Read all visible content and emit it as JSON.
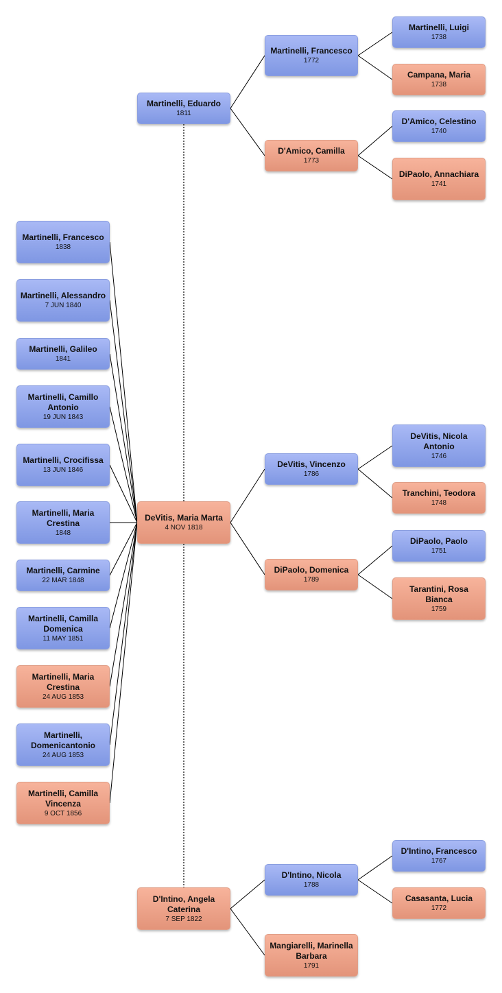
{
  "colors": {
    "male": "#8da2ec",
    "female": "#eea088",
    "line": "#000000",
    "spouse_line": "#333333"
  },
  "people": [
    {
      "id": "eduardo",
      "name": "Martinelli, Eduardo",
      "date": "1811",
      "sex": "male"
    },
    {
      "id": "francesco1772",
      "name": "Martinelli, Francesco",
      "date": "1772",
      "sex": "male"
    },
    {
      "id": "camilla1773",
      "name": "D'Amico, Camilla",
      "date": "1773",
      "sex": "female"
    },
    {
      "id": "luigi",
      "name": "Martinelli, Luigi",
      "date": "1738",
      "sex": "male"
    },
    {
      "id": "campana",
      "name": "Campana, Maria",
      "date": "1738",
      "sex": "female"
    },
    {
      "id": "celestino",
      "name": "D'Amico, Celestino",
      "date": "1740",
      "sex": "male"
    },
    {
      "id": "annachiara",
      "name": "DiPaolo, Annachiara",
      "date": "1741",
      "sex": "female"
    },
    {
      "id": "mariamarta",
      "name": "DeVitis, Maria Marta",
      "date": "4 NOV 1818",
      "sex": "female"
    },
    {
      "id": "vincenzo",
      "name": "DeVitis, Vincenzo",
      "date": "1786",
      "sex": "male"
    },
    {
      "id": "domenica",
      "name": "DiPaolo, Domenica",
      "date": "1789",
      "sex": "female"
    },
    {
      "id": "nicolaantonio",
      "name": "DeVitis, Nicola Antonio",
      "date": "1746",
      "sex": "male"
    },
    {
      "id": "teodora",
      "name": "Tranchini, Teodora",
      "date": "1748",
      "sex": "female"
    },
    {
      "id": "paolo",
      "name": "DiPaolo, Paolo",
      "date": "1751",
      "sex": "male"
    },
    {
      "id": "rosabianca",
      "name": "Tarantini, Rosa Bianca",
      "date": "1759",
      "sex": "female"
    },
    {
      "id": "angela",
      "name": "D'Intino, Angela Caterina",
      "date": "7 SEP 1822",
      "sex": "female"
    },
    {
      "id": "nicola",
      "name": "D'Intino, Nicola",
      "date": "1788",
      "sex": "male"
    },
    {
      "id": "marinella",
      "name": "Mangiarelli, Marinella Barbara",
      "date": "1791",
      "sex": "female"
    },
    {
      "id": "francesco1767",
      "name": "D'Intino, Francesco",
      "date": "1767",
      "sex": "male"
    },
    {
      "id": "lucia",
      "name": "Casasanta, Lucia",
      "date": "1772",
      "sex": "female"
    },
    {
      "id": "c1",
      "name": "Martinelli, Francesco",
      "date": "1838",
      "sex": "male"
    },
    {
      "id": "c2",
      "name": "Martinelli, Alessandro",
      "date": "7 JUN 1840",
      "sex": "male"
    },
    {
      "id": "c3",
      "name": "Martinelli, Galileo",
      "date": "1841",
      "sex": "male"
    },
    {
      "id": "c4",
      "name": "Martinelli, Camillo Antonio",
      "date": "19 JUN 1843",
      "sex": "male"
    },
    {
      "id": "c5",
      "name": "Martinelli, Crocifissa",
      "date": "13 JUN 1846",
      "sex": "male"
    },
    {
      "id": "c6",
      "name": "Martinelli, Maria Crestina",
      "date": "1848",
      "sex": "male"
    },
    {
      "id": "c7",
      "name": "Martinelli, Carmine",
      "date": "22 MAR 1848",
      "sex": "male"
    },
    {
      "id": "c8",
      "name": "Martinelli, Camilla Domenica",
      "date": "11 MAY 1851",
      "sex": "male"
    },
    {
      "id": "c9",
      "name": "Martinelli, Maria Crestina",
      "date": "24 AUG 1853",
      "sex": "female"
    },
    {
      "id": "c10",
      "name": "Martinelli, Domenicantonio",
      "date": "24 AUG 1853",
      "sex": "male"
    },
    {
      "id": "c11",
      "name": "Martinelli, Camilla Vincenza",
      "date": "9 OCT 1856",
      "sex": "female"
    }
  ],
  "parent_links": [
    [
      "eduardo",
      "francesco1772"
    ],
    [
      "eduardo",
      "camilla1773"
    ],
    [
      "francesco1772",
      "luigi"
    ],
    [
      "francesco1772",
      "campana"
    ],
    [
      "camilla1773",
      "celestino"
    ],
    [
      "camilla1773",
      "annachiara"
    ],
    [
      "mariamarta",
      "vincenzo"
    ],
    [
      "mariamarta",
      "domenica"
    ],
    [
      "vincenzo",
      "nicolaantonio"
    ],
    [
      "vincenzo",
      "teodora"
    ],
    [
      "domenica",
      "paolo"
    ],
    [
      "domenica",
      "rosabianca"
    ],
    [
      "angela",
      "nicola"
    ],
    [
      "angela",
      "marinella"
    ],
    [
      "nicola",
      "francesco1767"
    ],
    [
      "nicola",
      "lucia"
    ]
  ],
  "child_links": {
    "parent": "mariamarta",
    "children": [
      "c1",
      "c2",
      "c3",
      "c4",
      "c5",
      "c6",
      "c7",
      "c8",
      "c9",
      "c10",
      "c11"
    ]
  },
  "spouse_links": [
    [
      "eduardo",
      "mariamarta"
    ],
    [
      "mariamarta",
      "angela"
    ]
  ]
}
